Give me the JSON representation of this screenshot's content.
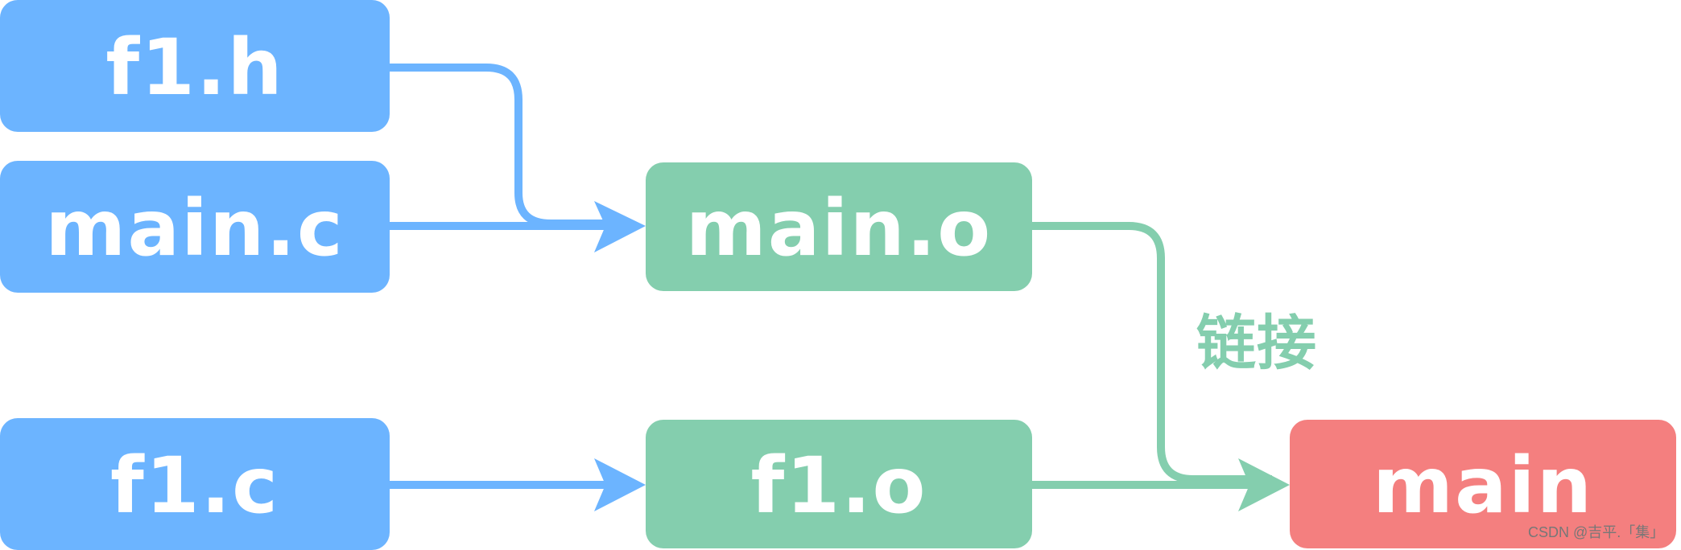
{
  "nodes": {
    "f1_h": {
      "label": "f1.h"
    },
    "main_c": {
      "label": "main.c"
    },
    "f1_c": {
      "label": "f1.c"
    },
    "main_o": {
      "label": "main.o"
    },
    "f1_o": {
      "label": "f1.o"
    },
    "main": {
      "label": "main"
    }
  },
  "edge_label": "链接",
  "watermark": "CSDN @吉平.「集」",
  "colors": {
    "source_box": "#6cb4ff",
    "object_box": "#84ceae",
    "output_box": "#f47f7f",
    "blue_line": "#6cb4ff",
    "green_line": "#84ceae"
  }
}
